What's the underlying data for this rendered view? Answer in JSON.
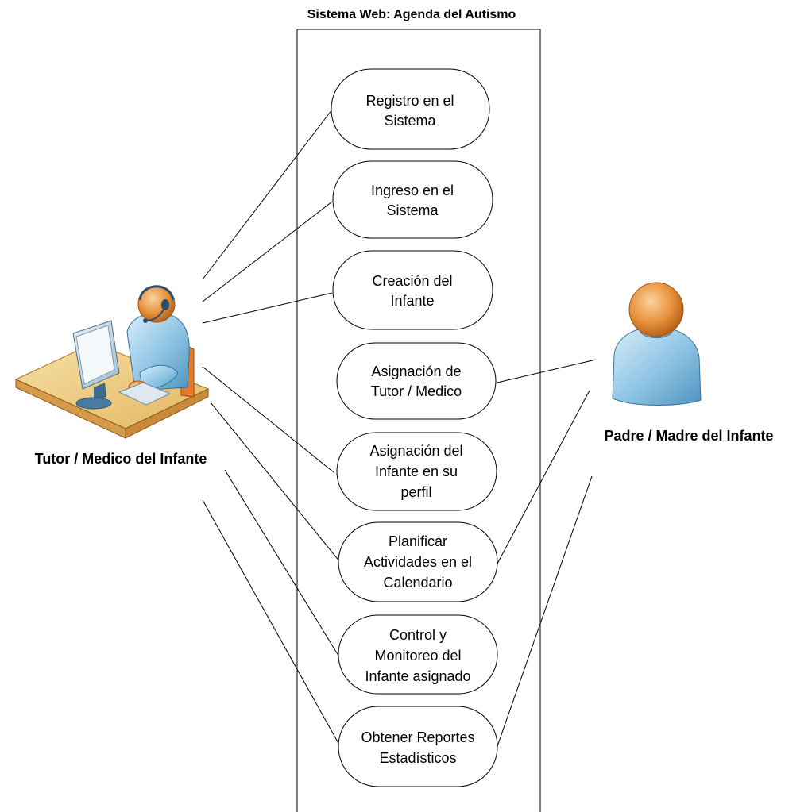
{
  "diagram": {
    "title": "Sistema Web: Agenda del Autismo",
    "actors": {
      "tutor": {
        "label": "Tutor / Medico del Infante",
        "icon": "operator-at-desk-icon"
      },
      "parent": {
        "label": "Padre / Madre del Infante",
        "icon": "person-icon"
      }
    },
    "use_cases": [
      {
        "lines": [
          "Registro en el",
          "Sistema"
        ]
      },
      {
        "lines": [
          "Ingreso en el",
          "Sistema"
        ]
      },
      {
        "lines": [
          "Creación del",
          "Infante"
        ]
      },
      {
        "lines": [
          "Asignación de",
          "Tutor / Medico"
        ]
      },
      {
        "lines": [
          "Asignación del",
          "Infante en su",
          "perfil"
        ]
      },
      {
        "lines": [
          "Planificar",
          "Actividades en el",
          "Calendario"
        ]
      },
      {
        "lines": [
          "Control y",
          "Monitoreo del",
          "Infante asignado"
        ]
      },
      {
        "lines": [
          "Obtener Reportes",
          "Estadísticos"
        ]
      }
    ]
  }
}
